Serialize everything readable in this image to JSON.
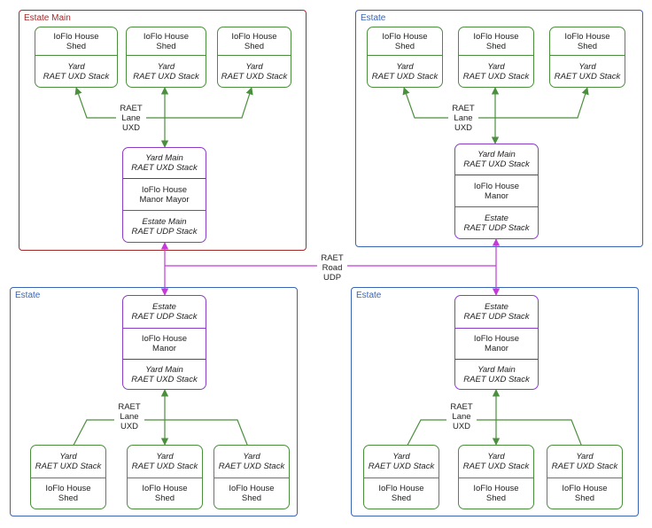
{
  "estates": {
    "top_left_title": "Estate Main",
    "top_right_title": "Estate",
    "bottom_left_title": "Estate",
    "bottom_right_title": "Estate"
  },
  "shed": {
    "line1": "IoFlo House",
    "line2": "Shed",
    "yard": "Yard",
    "stack": "RAET UXD Stack"
  },
  "manor_main": {
    "yard_line1": "Yard Main",
    "yard_line2": "RAET UXD Stack",
    "name_line1": "IoFlo House",
    "name_line2": "Manor Mayor",
    "estate_line1": "Estate Main",
    "estate_line2": "RAET UDP Stack"
  },
  "manor": {
    "yard_line1": "Yard Main",
    "yard_line2": "RAET UXD Stack",
    "name_line1": "IoFlo House",
    "name_line2": "Manor",
    "estate_line1": "Estate",
    "estate_line2": "RAET UDP Stack"
  },
  "lane_label": [
    "RAET",
    "Lane",
    "UXD"
  ],
  "road_label": [
    "RAET",
    "Road",
    "UDP"
  ],
  "colors": {
    "lane": "#4a8f3c",
    "road": "#c23bd6",
    "estate_main": "#a52a2a",
    "estate": "#3a64b5",
    "manor_border": "#8c3cc7"
  }
}
